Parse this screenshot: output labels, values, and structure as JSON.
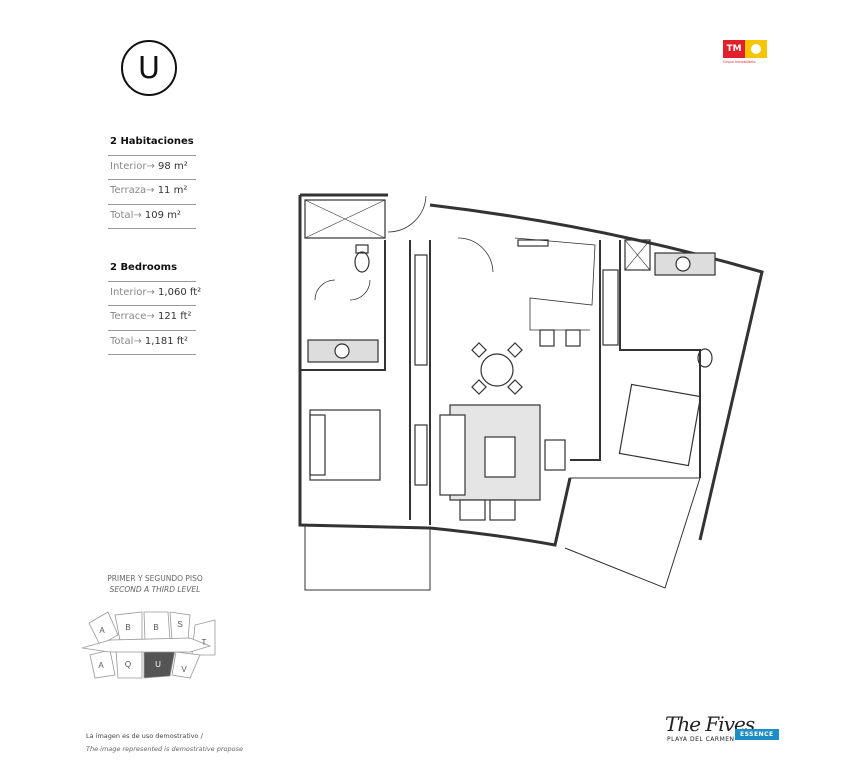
{
  "unit_letter": "U",
  "spanish": {
    "title": "2 Habitaciones",
    "rows": [
      {
        "label": "Interior→",
        "value": "98 m²"
      },
      {
        "label": "Terraza→",
        "value": "11 m²"
      },
      {
        "label": "Total→",
        "value": "109 m²"
      }
    ]
  },
  "english": {
    "title": "2 Bedrooms",
    "rows": [
      {
        "label": "Interior→",
        "value": "1,060 ft²"
      },
      {
        "label": "Terrace→",
        "value": "121 ft²"
      },
      {
        "label": "Total→",
        "value": "1,181 ft²"
      }
    ]
  },
  "level": {
    "es": "PRIMER Y SEGUNDO PISO",
    "en": "SECOND A THIRD LEVEL"
  },
  "keyplan_units": [
    "A",
    "B",
    "B",
    "S",
    "T",
    "A",
    "Q",
    "U",
    "V"
  ],
  "disclaimer": {
    "es": "La imagen es de uso demostrativo /",
    "en": "The image represented is demostrative propose"
  },
  "logos": {
    "tm": "TM",
    "tm_sub": "Grupo Inmobiliario",
    "brand": "The Fives",
    "brand_sub": "PLAYA DEL CARMEN",
    "brand_tag": "ESSENCE"
  },
  "colors": {
    "tm_red": "#e3202a",
    "tm_yellow": "#f6c500",
    "essence_blue": "#1e8fc6",
    "unit_highlight": "#555555"
  }
}
